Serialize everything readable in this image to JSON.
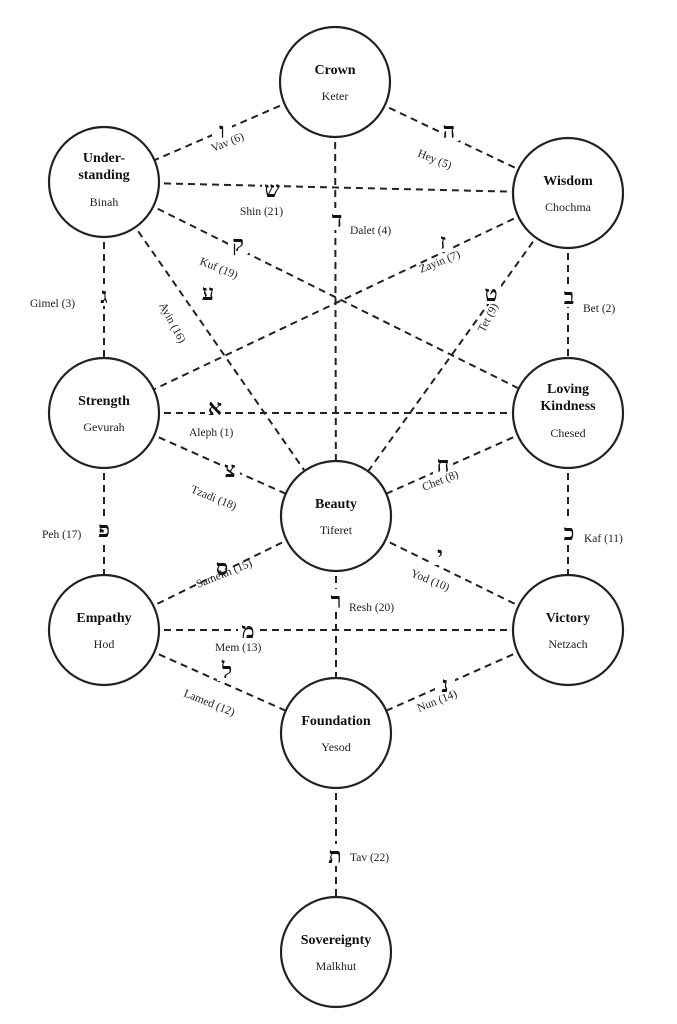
{
  "sefirot": [
    {
      "id": "keter",
      "title": [
        "Crown"
      ],
      "subtitle": "Keter"
    },
    {
      "id": "chochma",
      "title": [
        "Wisdom"
      ],
      "subtitle": "Chochma"
    },
    {
      "id": "binah",
      "title": [
        "Under-",
        "standing"
      ],
      "subtitle": "Binah"
    },
    {
      "id": "chesed",
      "title": [
        "Loving",
        "Kindness"
      ],
      "subtitle": "Chesed"
    },
    {
      "id": "gevurah",
      "title": [
        "Strength"
      ],
      "subtitle": "Gevurah"
    },
    {
      "id": "tiferet",
      "title": [
        "Beauty"
      ],
      "subtitle": "Tiferet"
    },
    {
      "id": "netzach",
      "title": [
        "Victory"
      ],
      "subtitle": "Netzach"
    },
    {
      "id": "hod",
      "title": [
        "Empathy"
      ],
      "subtitle": "Hod"
    },
    {
      "id": "yesod",
      "title": [
        "Foundation"
      ],
      "subtitle": "Yesod"
    },
    {
      "id": "malkhut",
      "title": [
        "Sovereignty"
      ],
      "subtitle": "Malkhut"
    }
  ],
  "paths": [
    {
      "from": "keter",
      "to": "chochma",
      "letter": "ה",
      "name": "Hey (5)"
    },
    {
      "from": "keter",
      "to": "binah",
      "letter": "ו",
      "name": "Vav (6)"
    },
    {
      "from": "keter",
      "to": "tiferet",
      "letter": "ד",
      "name": "Dalet (4)"
    },
    {
      "from": "binah",
      "to": "chochma",
      "letter": "ש",
      "name": "Shin (21)"
    },
    {
      "from": "binah",
      "to": "chesed",
      "letter": "ק",
      "name": "Kuf (19)"
    },
    {
      "from": "chochma",
      "to": "gevurah",
      "letter": "ז",
      "name": "Zayin (7)"
    },
    {
      "from": "binah",
      "to": "gevurah",
      "letter": "ג",
      "name": "Gimel (3)"
    },
    {
      "from": "binah",
      "to": "tiferet",
      "letter": "ע",
      "name": "Ayin (16)"
    },
    {
      "from": "chochma",
      "to": "tiferet",
      "letter": "ט",
      "name": "Tet (9)"
    },
    {
      "from": "chochma",
      "to": "chesed",
      "letter": "ב",
      "name": "Bet (2)"
    },
    {
      "from": "gevurah",
      "to": "chesed",
      "letter": "א",
      "name": "Aleph (1)"
    },
    {
      "from": "gevurah",
      "to": "tiferet",
      "letter": "צ",
      "name": "Tzadi (18)"
    },
    {
      "from": "chesed",
      "to": "tiferet",
      "letter": "ח",
      "name": "Chet (8)"
    },
    {
      "from": "gevurah",
      "to": "hod",
      "letter": "פ",
      "name": "Peh (17)"
    },
    {
      "from": "chesed",
      "to": "netzach",
      "letter": "כ",
      "name": "Kaf (11)"
    },
    {
      "from": "tiferet",
      "to": "hod",
      "letter": "ס",
      "name": "Samekh (15)"
    },
    {
      "from": "tiferet",
      "to": "netzach",
      "letter": "י",
      "name": "Yod (10)"
    },
    {
      "from": "tiferet",
      "to": "yesod",
      "letter": "ר",
      "name": "Resh (20)"
    },
    {
      "from": "hod",
      "to": "netzach",
      "letter": "מ",
      "name": "Mem (13)"
    },
    {
      "from": "hod",
      "to": "yesod",
      "letter": "ל",
      "name": "Lamed (12)"
    },
    {
      "from": "netzach",
      "to": "yesod",
      "letter": "נ",
      "name": "Nun (14)"
    },
    {
      "from": "yesod",
      "to": "malkhut",
      "letter": "ת",
      "name": "Tav (22)"
    }
  ]
}
